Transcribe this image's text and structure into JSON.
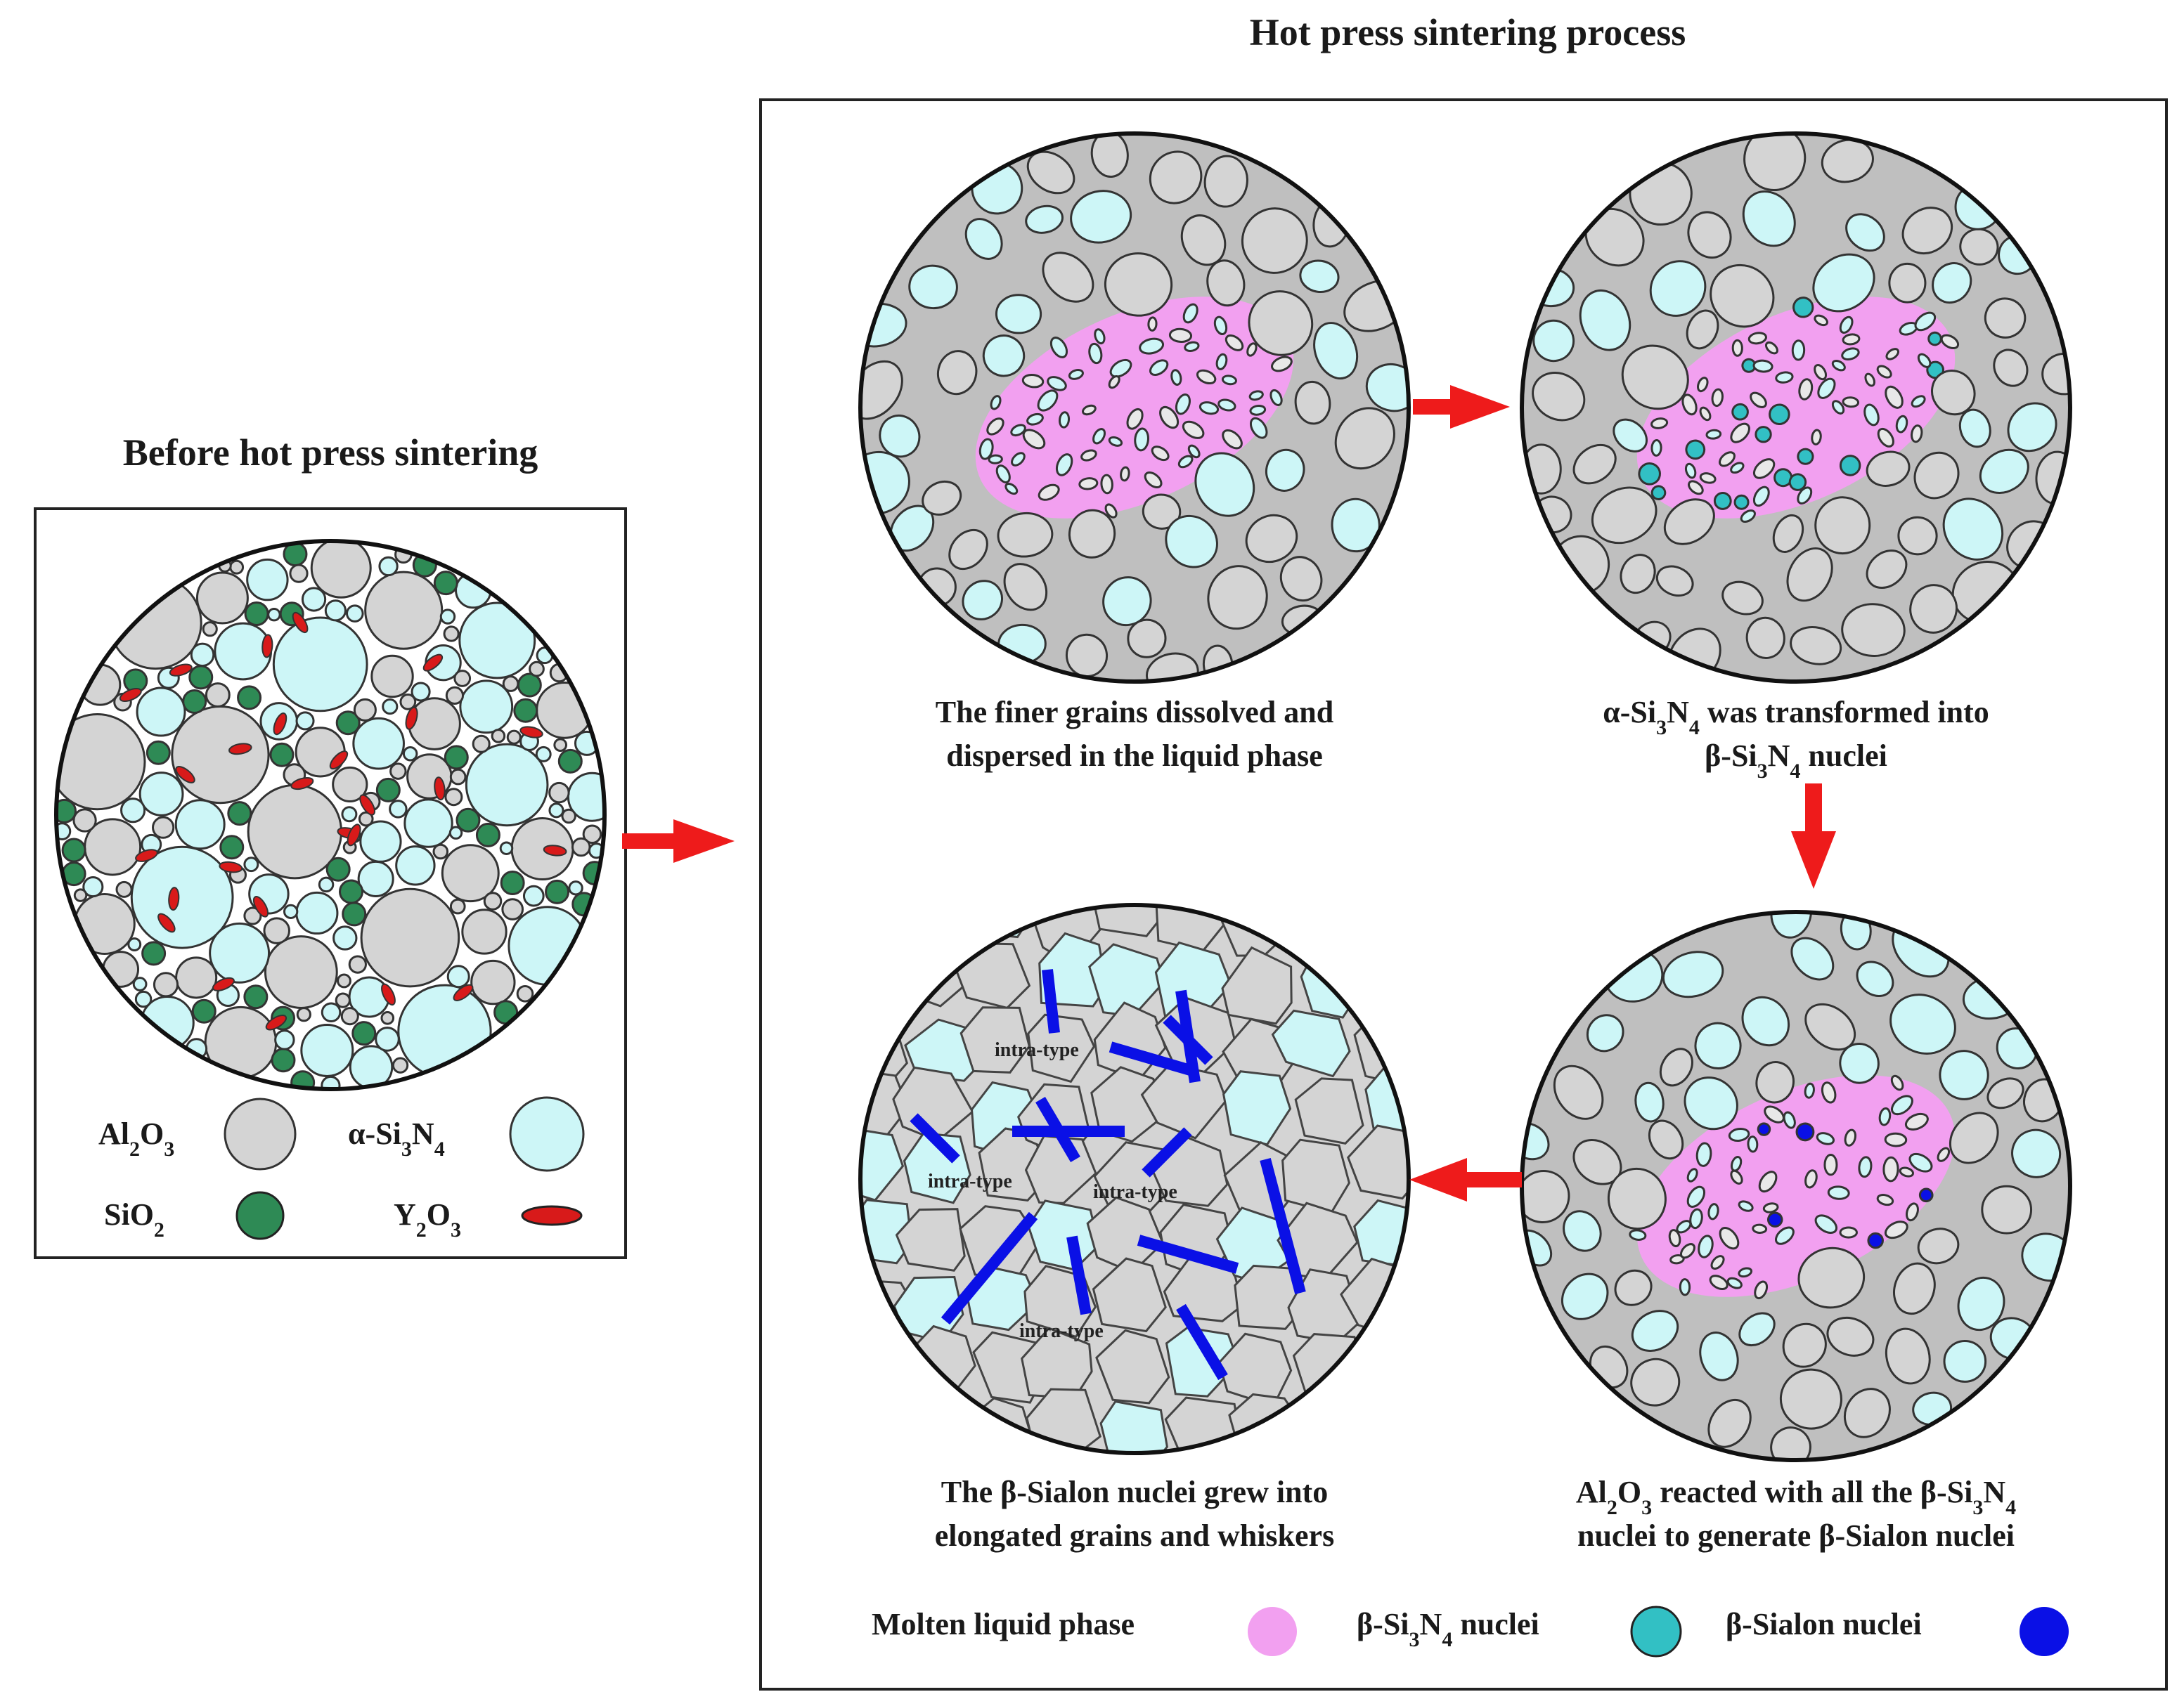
{
  "headings": {
    "before": "Before hot press sintering",
    "process": "Hot press sintering process"
  },
  "legend_before": [
    {
      "label_html": "Al<tspan baseline-shift='sub' font-size='30'>2</tspan>O<tspan baseline-shift='sub' font-size='30'>3</tspan>",
      "plain": "Al2O3",
      "color": "#d4d4d4"
    },
    {
      "label_html": "α-Si<tspan baseline-shift='sub' font-size='30'>3</tspan>N<tspan baseline-shift='sub' font-size='30'>4</tspan>",
      "plain": "α-Si3N4",
      "color": "#cdf6f7"
    },
    {
      "label_html": "SiO<tspan baseline-shift='sub' font-size='30'>2</tspan>",
      "plain": "SiO2",
      "color": "#2e8a55"
    },
    {
      "label_html": "Y<tspan baseline-shift='sub' font-size='30'>2</tspan>O<tspan baseline-shift='sub' font-size='30'>3</tspan>",
      "plain": "Y2O3",
      "color": "#d81a1a"
    }
  ],
  "legend_process": [
    {
      "plain": "Molten liquid phase",
      "color": "#f2a0f0"
    },
    {
      "plain": "β-Si3N4 nuclei",
      "color": "#32c0c4"
    },
    {
      "plain": "β-Sialon nuclei",
      "color": "#0a10e6"
    }
  ],
  "captions": {
    "stage1": [
      "The finer grains dissolved and",
      "dispersed in the liquid phase"
    ],
    "stage2_line1": "α-Si3N4  was transformed into",
    "stage2_line2": "β-Si3N4 nuclei",
    "stage3_line1": "Al2O3 reacted with all the  β-Si3N4",
    "stage3_line2": "nuclei to generate β-Sialon nuclei",
    "stage4": [
      "The β-Sialon nuclei grew  into",
      "elongated grains and whiskers"
    ]
  },
  "intra_labels": [
    "intra-type",
    "intra-type",
    "intra-type",
    "intra-type"
  ],
  "colors": {
    "alumina": "#d4d4d4",
    "alpha_si3n4": "#cdf6f7",
    "sio2": "#2e8a55",
    "y2o3": "#d81a1a",
    "liquid": "#f2a0f0",
    "beta_nuclei": "#32c0c4",
    "sialon": "#0a10e6",
    "arrow": "#ee1b1b"
  }
}
